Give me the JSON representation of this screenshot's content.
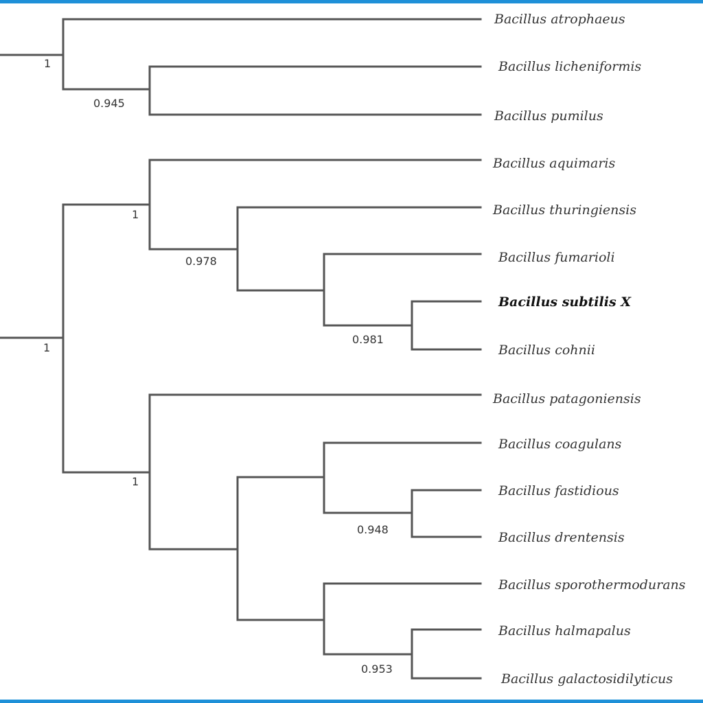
{
  "accent_color": "#1e90d8",
  "taxa": [
    {
      "id": "atrophaeus",
      "label": "Bacillus atrophaeus"
    },
    {
      "id": "licheniformis",
      "label": "Bacillus licheniformis"
    },
    {
      "id": "pumilus",
      "label": "Bacillus pumilus"
    },
    {
      "id": "aquimaris",
      "label": "Bacillus aquimaris"
    },
    {
      "id": "thuringiensis",
      "label": "Bacillus thuringiensis"
    },
    {
      "id": "fumarioli",
      "label": "Bacillus fumarioli"
    },
    {
      "id": "subtilis_x",
      "label": "Bacillus subtilis X",
      "highlight": true
    },
    {
      "id": "cohnii",
      "label": "Bacillus cohnii"
    },
    {
      "id": "patagoniensis",
      "label": "Bacillus patagoniensis"
    },
    {
      "id": "coagulans",
      "label": "Bacillus coagulans"
    },
    {
      "id": "fastidious",
      "label": "Bacillus fastidious"
    },
    {
      "id": "drentensis",
      "label": "Bacillus drentensis"
    },
    {
      "id": "sporothermodurans",
      "label": "Bacillus sporothermodurans"
    },
    {
      "id": "halmapalus",
      "label": "Bacillus halmapalus"
    },
    {
      "id": "galactosidilyticus",
      "label": "Bacillus galactosidilyticus"
    }
  ],
  "support_values": [
    {
      "id": "s_top",
      "value": "1"
    },
    {
      "id": "s_lich_pum",
      "value": "0.945"
    },
    {
      "id": "s_mid_clade",
      "value": "1"
    },
    {
      "id": "s_thur",
      "value": "0.978"
    },
    {
      "id": "s_subtilis_cohnii",
      "value": "0.981"
    },
    {
      "id": "s_lower_root",
      "value": "1"
    },
    {
      "id": "s_lower_clade",
      "value": "1"
    },
    {
      "id": "s_fast_dren",
      "value": "0.948"
    },
    {
      "id": "s_halm_gal",
      "value": "0.953"
    }
  ]
}
